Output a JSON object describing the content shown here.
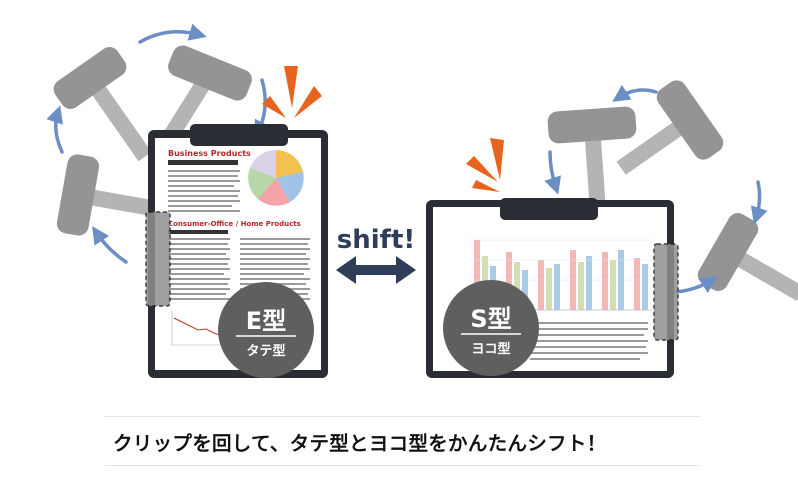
{
  "left_board": {
    "tag_main": "E型",
    "tag_sub": "タテ型",
    "doc_title": "Business Products",
    "doc_subtitle": "Consumer-Office / Home Products"
  },
  "right_board": {
    "tag_main": "S型",
    "tag_sub": "ヨコ型"
  },
  "shift_label": "shift!",
  "caption": "クリップを回して、タテ型とヨコ型をかんたんシフト！",
  "colors": {
    "clip_gray": "#8f8f8f",
    "arrow_blue": "#6b8fc4",
    "accent_orange": "#e8641e",
    "board_black": "#2a2d33",
    "tag_gray": "#5f5f5f",
    "shift_navy": "#2f3e58"
  }
}
